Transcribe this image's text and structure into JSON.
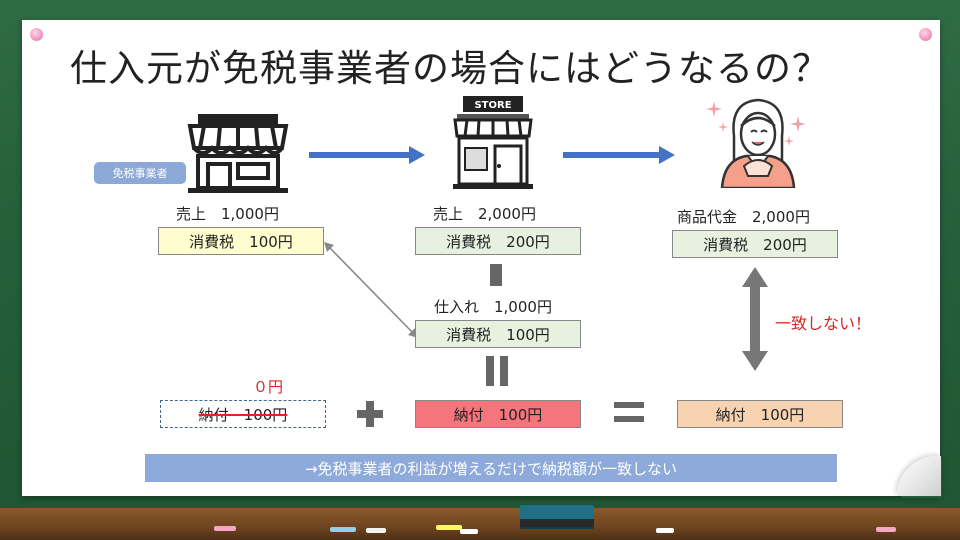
{
  "title": "仕入元が免税事業者の場合にはどうなるの？",
  "badge": "免税事業者",
  "store_sign": "STORE",
  "supplier": {
    "sales_label": "売上　1,000円",
    "tax_box": "消費税　100円",
    "zero_label": "０円",
    "payment_box": "納付　100円"
  },
  "store": {
    "sales_label": "売上　2,000円",
    "tax_box": "消費税　200円",
    "purchase_label": "仕入れ　1,000円",
    "purchase_tax_box": "消費税　100円",
    "payment_box": "納付　100円"
  },
  "customer": {
    "price_label": "商品代金　2,000円",
    "tax_box": "消費税　200円",
    "payment_box": "納付　100円"
  },
  "mismatch_label": "一致しない！",
  "conclusion": "→免税事業者の利益が増えるだけで納税額が一致しない",
  "colors": {
    "yellow_box": "#fffdcf",
    "green_box": "#e6f1df",
    "red_box": "#f4757c",
    "peach_box": "#f8d3b2",
    "banner": "#8eaadb",
    "badge": "#8ba8d6",
    "arrow_blue": "#4472c4",
    "warning_red": "#d9261f",
    "chalkboard": "#2f6b45"
  },
  "icons": [
    "shop-icon",
    "store-icon",
    "customer-icon",
    "sparkle-icon"
  ]
}
